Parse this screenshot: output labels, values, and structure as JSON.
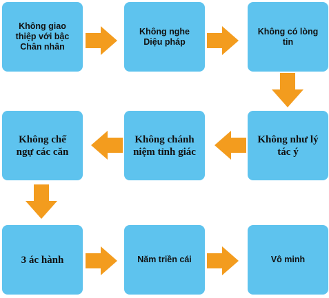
{
  "diagram": {
    "nodes": [
      {
        "id": "n1",
        "label": "Không giao thiệp với bậc Chân nhân"
      },
      {
        "id": "n2",
        "label": "Không nghe Diệu pháp"
      },
      {
        "id": "n3",
        "label": "Không có lòng tin"
      },
      {
        "id": "n4",
        "label": "Không như lý tác ý"
      },
      {
        "id": "n5",
        "label": "Không chánh niệm tỉnh giác"
      },
      {
        "id": "n6",
        "label": "Không chế ngự các căn"
      },
      {
        "id": "n7",
        "label": "3 ác hành"
      },
      {
        "id": "n8",
        "label": "Năm triền cái"
      },
      {
        "id": "n9",
        "label": "Vô minh"
      }
    ],
    "edges": [
      {
        "from": "n1",
        "to": "n2"
      },
      {
        "from": "n2",
        "to": "n3"
      },
      {
        "from": "n3",
        "to": "n4"
      },
      {
        "from": "n4",
        "to": "n5"
      },
      {
        "from": "n5",
        "to": "n6"
      },
      {
        "from": "n6",
        "to": "n7"
      },
      {
        "from": "n7",
        "to": "n8"
      },
      {
        "from": "n8",
        "to": "n9"
      }
    ],
    "colors": {
      "box": "#5ec3ee",
      "arrow": "#f39c1e",
      "text": "#111111"
    }
  }
}
